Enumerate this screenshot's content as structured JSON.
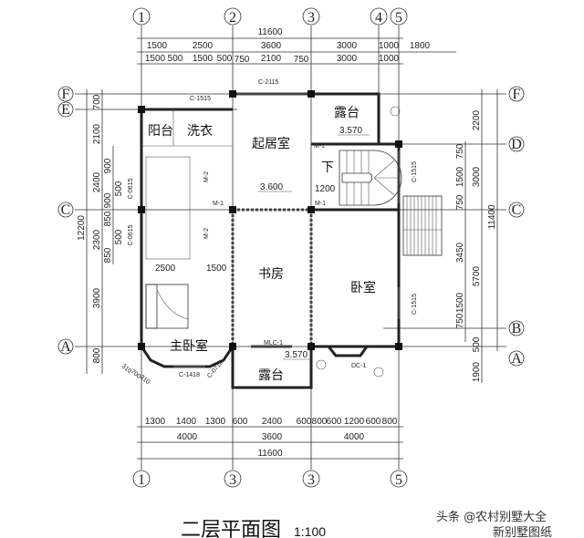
{
  "title": "二层平面图",
  "scale": "1:100",
  "watermark": {
    "line1": "头条 @农村别墅大全",
    "line2": "新别墅图纸"
  },
  "axes": {
    "n1": "1",
    "n2": "2",
    "n3": "3",
    "n4": "4",
    "n5": "5",
    "n3b": "3",
    "A": "A",
    "B": "B",
    "C": "C",
    "D": "D",
    "E": "E",
    "F": "F"
  },
  "dims_top": {
    "total": "11600",
    "row2": [
      "1500",
      "2500",
      "3600",
      "3000",
      "1000",
      "1800"
    ],
    "row3": [
      "1500",
      "500",
      "1500",
      "500",
      "750",
      "2100",
      "750",
      "3000",
      "1000"
    ]
  },
  "dims_bottom": {
    "row1": [
      "1300",
      "1400",
      "1300",
      "600",
      "2400",
      "600",
      "800",
      "600",
      "1200",
      "600",
      "800"
    ],
    "row2": [
      "4000",
      "3600",
      "4000"
    ],
    "total": "11600"
  },
  "dims_left": {
    "total": "12200",
    "row2": [
      "700",
      "2100",
      "2400",
      "2300",
      "3900",
      "800"
    ],
    "row3": [
      "900",
      "500",
      "900",
      "850",
      "500",
      "850"
    ],
    "bay": [
      "310",
      "700",
      "310"
    ]
  },
  "dims_right": {
    "total": "11400",
    "row2": [
      "2200",
      "3000",
      "5700",
      "500",
      "1900"
    ],
    "row3": [
      "750",
      "1500",
      "750",
      "3450",
      "1500",
      "750"
    ]
  },
  "dims_inner": {
    "bath_width": "2500",
    "corridor": "1500",
    "stair": "1200"
  },
  "rooms": {
    "balcony": "阳台",
    "laundry": "洗衣",
    "living": "起居室",
    "terrace_top": "露台",
    "down": "下",
    "study": "书房",
    "bedroom": "卧室",
    "master": "主卧室",
    "terrace_bottom": "露台"
  },
  "elevations": {
    "living": "3.600",
    "terrace_top": "3.570",
    "terrace_bottom": "3.570"
  },
  "tags": {
    "c2115": "C-2115",
    "c1515a": "C-1515",
    "c1515b": "C-1515",
    "c1515c": "C-1515",
    "c0615a": "C-0615",
    "c0615b": "C-0615",
    "m2a": "M-2",
    "m2b": "M-2",
    "m1a": "M-1",
    "m1b": "M-1",
    "m1c": "M-1",
    "mlc1": "MLC-1",
    "dc1": "DC-1",
    "c1418": "C-1418",
    "c0718": "C-0718"
  }
}
